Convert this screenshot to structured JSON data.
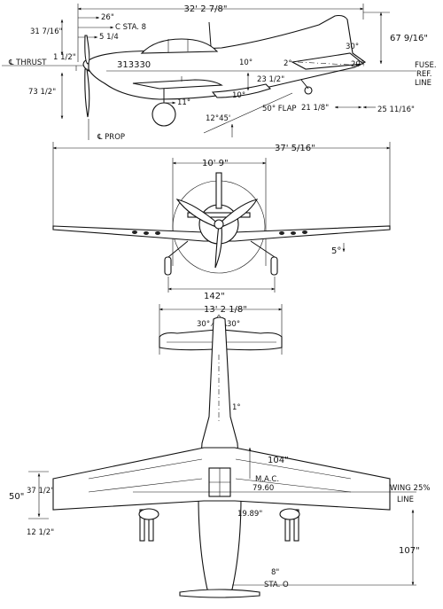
{
  "side_view": {
    "overall_length": "32' 2 7/8\"",
    "dim_26": "26\"",
    "c_sta_8": "C STA. 8",
    "dim_31_7_16": "31 7/16\"",
    "dim_5_1_4": "5 1/4",
    "thrust": "THRUST",
    "dim_1_1_2": "1 1/2\"",
    "serial": "313330",
    "dim_73_1_2": "73 1/2\"",
    "ang_10a": "10°",
    "ang_2": "2°",
    "ang_30": "30°",
    "ang_20": "20°",
    "height": "67 9/16\"",
    "fuse_ref_1": "FUSE.",
    "fuse_ref_2": "REF.",
    "fuse_ref_3": "LINE",
    "dim_23_1_2": "23 1/2\"",
    "ang_10b": "10°",
    "ang_11": "11°",
    "flap": "50° FLAP",
    "dim_21_1_8": "21 1/8\"",
    "dim_25_11_16": "25 11/16\"",
    "dim_12_45": "12°45'",
    "prop": "PROP"
  },
  "front_view": {
    "span": "37' 5/16\"",
    "tread_top": "10' 9\"",
    "dihedral": "5°",
    "tread": "142\""
  },
  "top_view": {
    "stab_span": "13' 2 1/8\"",
    "ang_left": "30°",
    "ang_right": "30°",
    "ang_1": "1°",
    "dim_104": "104\"",
    "mac_label": "M.A.C.",
    "mac_value": "79.60",
    "dim_19_89": "19.89\"",
    "dim_50": "50\"",
    "dim_37_1_2": "37 1/2\"",
    "dim_12_1_2": "12 1/2\"",
    "wing_line_1": "WING 25%",
    "wing_line_2": "LINE",
    "dim_107": "107\"",
    "dim_8": "8\"",
    "sta_0": "STA. O"
  }
}
